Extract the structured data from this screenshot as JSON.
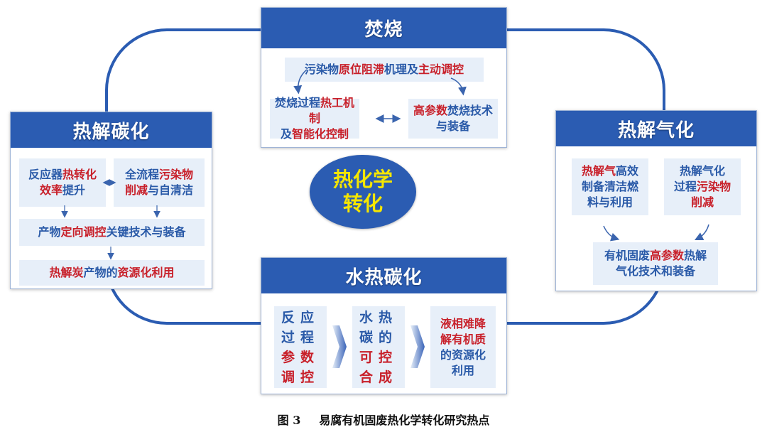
{
  "colors": {
    "header": "#2b5cb2",
    "text_blue": "#2a5aa8",
    "text_red": "#c8202a",
    "center_fill": "#2b5cb2",
    "center_text": "#f5e600",
    "cell_bg": "#e7eff9"
  },
  "center": {
    "line1": "热化学",
    "line2": "转化"
  },
  "incineration": {
    "title": "焚烧",
    "top": [
      [
        {
          "t": "污染物",
          "r": 0
        },
        {
          "t": "原位阻滞",
          "r": 1
        },
        {
          "t": "机理及",
          "r": 0
        },
        {
          "t": "主动调控",
          "r": 1
        }
      ]
    ],
    "left": [
      [
        {
          "t": "焚烧过程",
          "r": 0
        },
        {
          "t": "热工机制",
          "r": 1
        }
      ],
      [
        {
          "t": "及",
          "r": 0
        },
        {
          "t": "智能化控制",
          "r": 1
        }
      ]
    ],
    "right": [
      [
        {
          "t": "高参数",
          "r": 1
        },
        {
          "t": "焚烧技术",
          "r": 0
        }
      ],
      [
        {
          "t": "与装备",
          "r": 0
        }
      ]
    ]
  },
  "pyrolysis_carbonization": {
    "title": "热解碳化",
    "a": [
      [
        {
          "t": "反应器",
          "r": 0
        },
        {
          "t": "热转化",
          "r": 1
        }
      ],
      [
        {
          "t": "效率",
          "r": 1
        },
        {
          "t": "提升",
          "r": 0
        }
      ]
    ],
    "b": [
      [
        {
          "t": "全流程",
          "r": 0
        },
        {
          "t": "污染物",
          "r": 1
        }
      ],
      [
        {
          "t": "削减",
          "r": 1
        },
        {
          "t": "与自清洁",
          "r": 0
        }
      ]
    ],
    "c": [
      [
        {
          "t": "产物",
          "r": 0
        },
        {
          "t": "定向调控",
          "r": 1
        },
        {
          "t": "关键技术与装备",
          "r": 0
        }
      ]
    ],
    "d": [
      [
        {
          "t": "热解炭",
          "r": 1
        },
        {
          "t": "产物的",
          "r": 0
        },
        {
          "t": "资源化利用",
          "r": 1
        }
      ]
    ]
  },
  "pyrolysis_gasification": {
    "title": "热解气化",
    "a": [
      [
        {
          "t": "热解气",
          "r": 1
        },
        {
          "t": "高效",
          "r": 0
        }
      ],
      [
        {
          "t": "制备清洁燃",
          "r": 0
        }
      ],
      [
        {
          "t": "料与利用",
          "r": 0
        }
      ]
    ],
    "b": [
      [
        {
          "t": "热解气化",
          "r": 0
        }
      ],
      [
        {
          "t": "过程",
          "r": 0
        },
        {
          "t": "污染物",
          "r": 1
        }
      ],
      [
        {
          "t": "削减",
          "r": 1
        }
      ]
    ],
    "c": [
      [
        {
          "t": "有机固废",
          "r": 0
        },
        {
          "t": "高参数",
          "r": 1
        },
        {
          "t": "热解",
          "r": 0
        }
      ],
      [
        {
          "t": "气化技术和装备",
          "r": 0
        }
      ]
    ]
  },
  "hydrothermal": {
    "title": "水热碳化",
    "a": [
      [
        {
          "t": "反应",
          "r": 0
        }
      ],
      [
        {
          "t": "过程",
          "r": 0
        }
      ],
      [
        {
          "t": "参数",
          "r": 1
        }
      ],
      [
        {
          "t": "调控",
          "r": 1
        }
      ]
    ],
    "b": [
      [
        {
          "t": "水热",
          "r": 0
        }
      ],
      [
        {
          "t": "碳的",
          "r": 0
        }
      ],
      [
        {
          "t": "可控",
          "r": 1
        }
      ],
      [
        {
          "t": "合成",
          "r": 1
        }
      ]
    ],
    "c": [
      [
        {
          "t": "液相难降",
          "r": 1
        }
      ],
      [
        {
          "t": "解有机质",
          "r": 1
        }
      ],
      [
        {
          "t": "的资源化",
          "r": 0
        }
      ],
      [
        {
          "t": "利用",
          "r": 0
        }
      ]
    ]
  },
  "caption": {
    "label": "图 3",
    "text": "易腐有机固废热化学转化研究热点"
  }
}
